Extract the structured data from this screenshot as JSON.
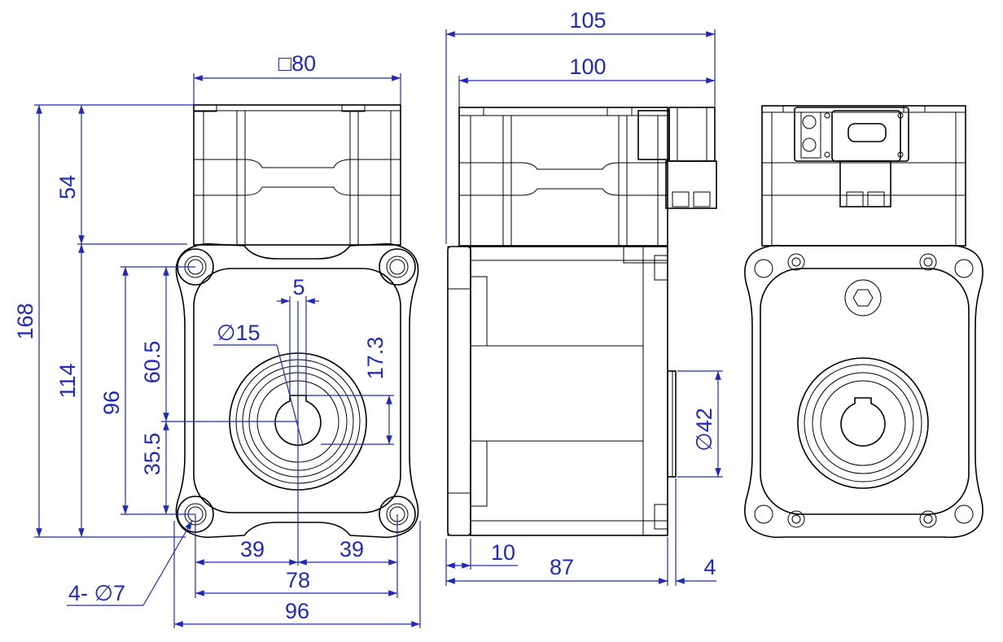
{
  "colors": {
    "outline": "#000000",
    "dimension": "#1f2bb8",
    "background": "#ffffff"
  },
  "dims": {
    "sq80": "□80",
    "h168": "168",
    "h54": "54",
    "h114": "114",
    "h96": "96",
    "h60_5": "60.5",
    "h35_5": "35.5",
    "w5": "5",
    "dia15": "∅15",
    "h17_3": "17.3",
    "w39a": "39",
    "w39b": "39",
    "w78": "78",
    "w96": "96",
    "holes": "4- ∅7",
    "w105": "105",
    "w100": "100",
    "dia42": "∅42",
    "w10": "10",
    "w87": "87",
    "w4": "4"
  }
}
